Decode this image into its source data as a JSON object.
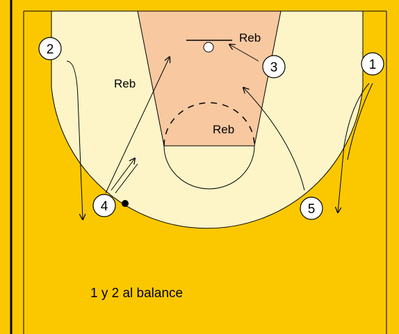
{
  "colors": {
    "court": "#fbc800",
    "three_point_area": "#fdf5c8",
    "paint": "#f8c8a0",
    "lines": "#000000",
    "player_fill": "#ffffff"
  },
  "players": [
    {
      "id": "player-1",
      "label": "1"
    },
    {
      "id": "player-2",
      "label": "2"
    },
    {
      "id": "player-3",
      "label": "3"
    },
    {
      "id": "player-4",
      "label": "4"
    },
    {
      "id": "player-5",
      "label": "5"
    }
  ],
  "labels": {
    "reb_top": "Reb",
    "reb_left": "Reb",
    "reb_paint": "Reb"
  },
  "caption": "1 y 2 al balance",
  "ball": "basketball-icon"
}
